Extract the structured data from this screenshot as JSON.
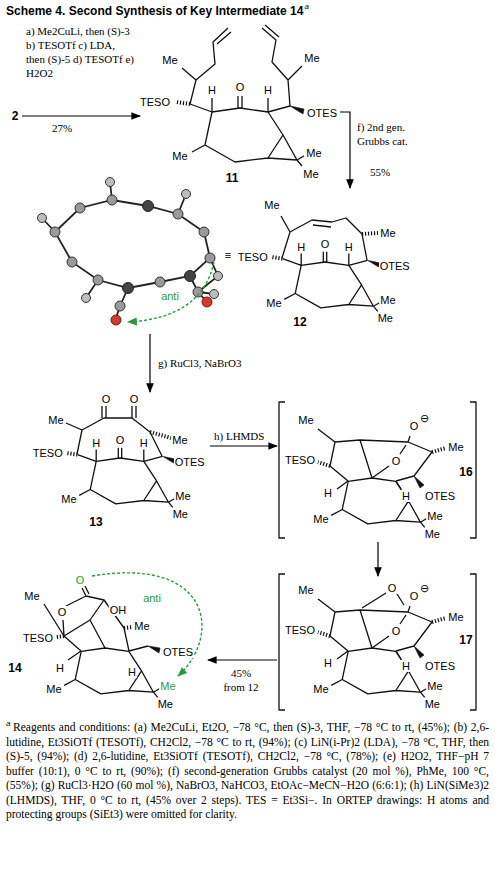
{
  "diagram": {
    "title": "Scheme 4. Second Synthesis of Key Intermediate 14",
    "caption": "Reagents and conditions: (a) Me2CuLi, Et2O, −78 °C, then (S)-3, THF, −78 °C to rt, (45%); (b) 2,6-lutidine, Et3SiOTf (TESOTf), CH2Cl2, −78 °C to rt, (94%); (c) LiN(i-Pr)2 (LDA), −78 °C, THF, then (S)-5, (94%); (d) 2,6-lutidine, Et3SiOTf (TESOTf), CH2Cl2, −78 °C, (78%); (e) H2O2, THF−pH 7 buffer (10:1), 0 °C to rt, (90%); (f) second-generation Grubbs catalyst (20 mol %), PhMe, 100 °C, (55%); (g) RuCl3·H2O (60 mol %), NaBrO3, NaHCO3, EtOAc−MeCN−H2O (6:6:1); (h) LiN(SiMe3)2 (LHMDS), THF, 0 °C to rt, (45% over 2 steps). TES = Et3Si−. In ORTEP drawings: H atoms and protecting groups (SiEt3) were omitted for clarity.",
    "nodes": [
      {
        "text": [
          "2"
        ]
      },
      {
        "text": [
          "11"
        ]
      },
      {
        "text": [
          "12"
        ]
      },
      {
        "text": [
          "13"
        ]
      },
      {
        "text": [
          "16"
        ]
      },
      {
        "text": [
          "17"
        ]
      },
      {
        "text": [
          "14"
        ]
      }
    ],
    "edges": [
      {
        "from": 0,
        "to": 1,
        "arrow": "to",
        "label": "a) Me2CuLi, then (S)-3 b) TESOTf c) LDA, then (S)-5 d) TESOTf e) H2O2"
      },
      {
        "from": 1,
        "to": 2,
        "arrow": "to",
        "label": "f) 2nd gen. Grubbs cat."
      },
      {
        "from": 2,
        "to": 3,
        "arrow": "to",
        "label": "g) RuCl3, NaBrO3"
      },
      {
        "from": 3,
        "to": 4,
        "arrow": "to",
        "label": "h) LHMDS"
      },
      {
        "from": 4,
        "to": 5,
        "arrow": "to"
      },
      {
        "from": 5,
        "to": 6,
        "arrow": "to",
        "label": "45% from 12"
      }
    ],
    "labels": [
      "a",
      "27%",
      "55%",
      "Me",
      "Me",
      "TESO",
      "H",
      "O",
      "H",
      "OTES",
      "Me",
      "Me",
      "Me",
      "anti",
      "≡",
      "Me",
      "Me",
      "TESO",
      "H",
      "O",
      "H",
      "OTES",
      "Me",
      "Me",
      "Me",
      "O",
      "O",
      "Me",
      "Me",
      "TESO",
      "H",
      "O",
      "H",
      "OTES",
      "Me",
      "Me",
      "Me",
      "Me",
      "O",
      "⊖",
      "Me",
      "TESO",
      "O",
      "H",
      "H",
      "OTES",
      "Me",
      "Me",
      "Me",
      "Me",
      "O",
      "O",
      "⊖",
      "Me",
      "TESO",
      "O",
      "H",
      "H",
      "OTES",
      "Me",
      "Me",
      "Me",
      "O",
      "anti",
      "Me",
      "O",
      "OH",
      "Me",
      "TESO",
      "H",
      "OTES",
      "H",
      "Me",
      "Me",
      "Me",
      "a"
    ]
  }
}
